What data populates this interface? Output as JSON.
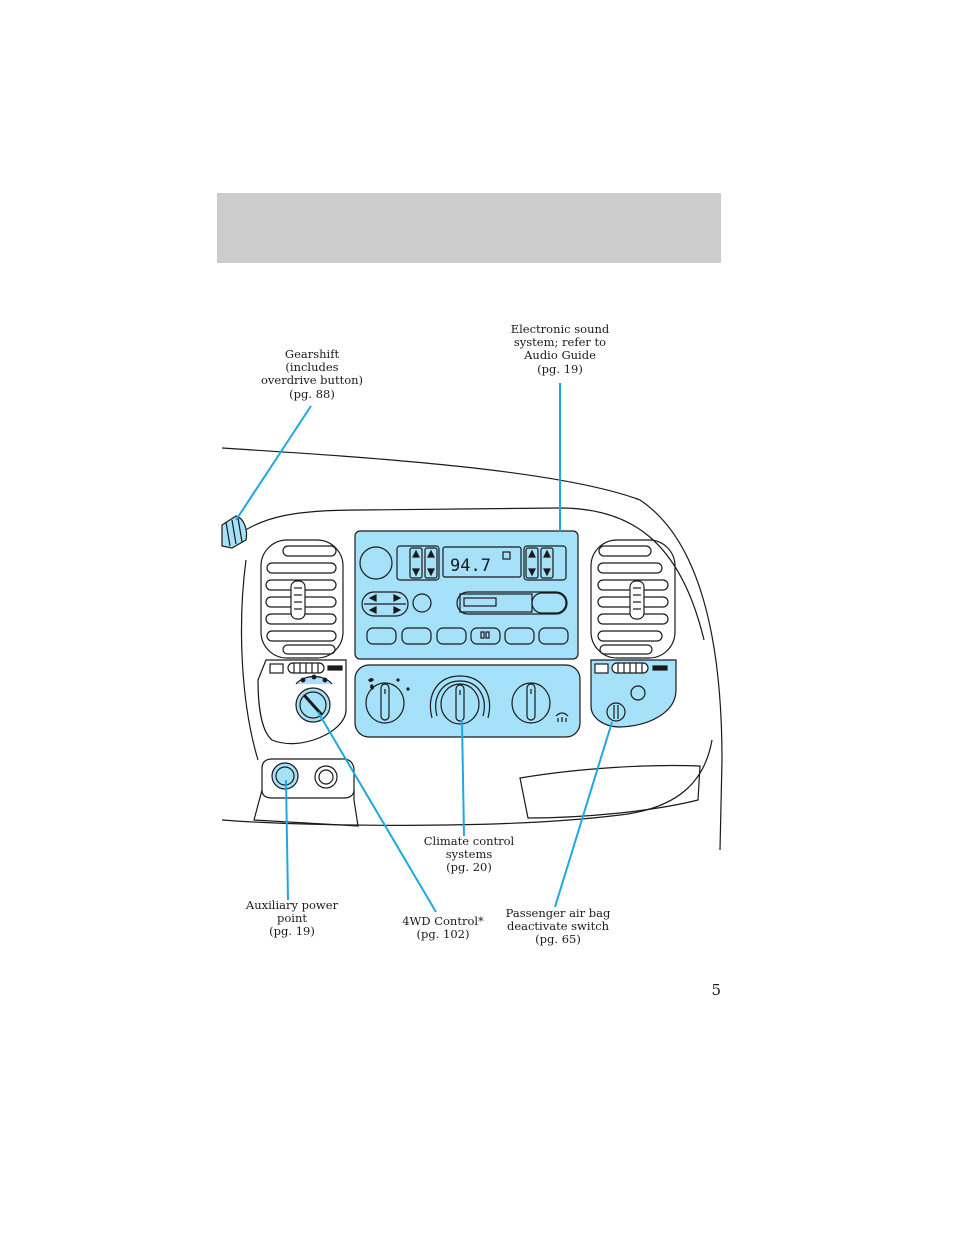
{
  "page": {
    "number": "5"
  },
  "colors": {
    "header_band": "#cccccc",
    "panel_fill": "#a6e1fa",
    "callout_line": "#1fa8e0",
    "outline": "#1a1a1a"
  },
  "display": {
    "frequency": "94.7"
  },
  "callouts": [
    {
      "id": "gearshift",
      "lines": [
        "Gearshift",
        "(includes",
        "overdrive button)",
        "(pg. 88)"
      ]
    },
    {
      "id": "sound",
      "lines": [
        "Electronic sound",
        "system; refer to",
        "Audio Guide",
        "(pg. 19)"
      ]
    },
    {
      "id": "climate",
      "lines": [
        "Climate control",
        "systems",
        "(pg. 20)"
      ]
    },
    {
      "id": "aux",
      "lines": [
        "Auxiliary power",
        "point",
        "(pg. 19)"
      ]
    },
    {
      "id": "fourwd",
      "lines": [
        "4WD Control*",
        "(pg. 102)"
      ]
    },
    {
      "id": "airbag",
      "lines": [
        "Passenger air bag",
        "deactivate switch",
        "(pg. 65)"
      ]
    }
  ]
}
